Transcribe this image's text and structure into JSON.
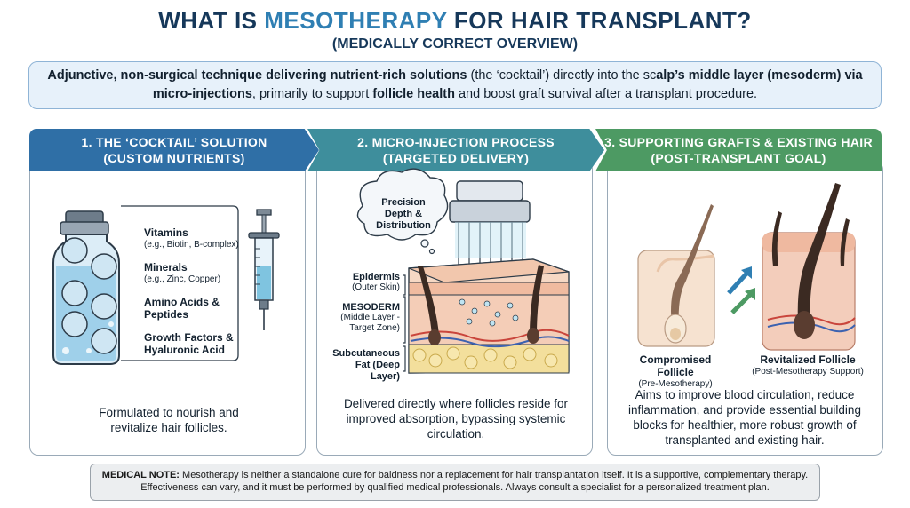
{
  "header": {
    "title_pre": "WHAT IS ",
    "title_accent": "MESOTHERAPY",
    "title_post": " FOR HAIR TRANSPLANT?",
    "subtitle": "(MEDICALLY CORRECT OVERVIEW)"
  },
  "intro": {
    "bold1": "Adjunctive, non-surgical technique delivering nutrient-rich solutions",
    "text1": " (the ‘cocktail’) directly into the sc",
    "bold2": "alp’s middle layer (mesoderm) via micro-injections",
    "text2": ", primarily to support ",
    "bold3": "follicle health",
    "text3": " and boost graft survival after a transplant procedure."
  },
  "panels": [
    {
      "heading_line1": "1. THE ‘COCKTAIL’ SOLUTION",
      "heading_line2": "(CUSTOM NUTRIENTS)",
      "ingredients": [
        {
          "name": "Vitamins",
          "detail": "(e.g., Biotin, B-complex)"
        },
        {
          "name": "Minerals",
          "detail": "(e.g., Zinc, Copper)"
        },
        {
          "name": "Amino Acids &",
          "detail": "Peptides"
        },
        {
          "name": "Growth Factors &",
          "detail": "Hyaluronic Acid"
        }
      ],
      "caption": "Formulated to nourish and revitalize hair follicles."
    },
    {
      "heading_line1": "2. MICRO-INJECTION PROCESS",
      "heading_line2": "(TARGETED DELIVERY)",
      "bubble": "Precision Depth & Distribution",
      "layers": [
        {
          "name": "Epidermis",
          "detail": "(Outer Skin)"
        },
        {
          "name": "MESODERM",
          "detail": "(Middle Layer - Target Zone)"
        },
        {
          "name": "Subcutaneous",
          "detail": "Fat (Deep Layer)"
        }
      ],
      "caption": "Delivered directly where follicles reside for improved absorption, bypassing systemic circulation."
    },
    {
      "heading_line1": "3. SUPPORTING GRAFTS & EXISTING HAIR",
      "heading_line2": "(POST-TRANSPLANT GOAL)",
      "before_label": "Compromised Follicle",
      "before_detail": "(Pre-Mesotherapy)",
      "after_label": "Revitalized Follicle",
      "after_detail": "(Post-Mesotherapy Support)",
      "caption": "Aims to improve blood circulation, reduce inflammation, and provide essential building blocks for healthier, more robust growth of transplanted and existing hair."
    }
  ],
  "note": {
    "label": "MEDICAL NOTE:",
    "text": " Mesotherapy is neither a standalone cure for baldness nor a replacement for hair transplantation itself. It is a supportive, complementary therapy. Effectiveness can vary, and it must be performed by qualified medical professionals. Always consult a specialist for a personalized treatment plan."
  },
  "colors": {
    "panel1": "#2f6fa6",
    "panel2": "#3e8e9c",
    "panel3": "#4d9a63",
    "title": "#16385a",
    "accent": "#2f7fb3"
  },
  "icons": [
    "vial-icon",
    "syringe-icon",
    "microneedle-device-icon",
    "skin-cross-section-icon",
    "follicle-icon",
    "arrow-up-icon"
  ]
}
